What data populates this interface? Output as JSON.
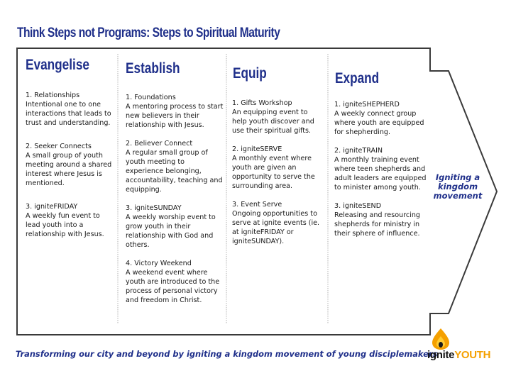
{
  "title": "Think Steps not Programs: Steps to Spiritual Maturity",
  "colors": {
    "heading": "#1f2f8a",
    "arrow_outline": "#3a3a3a",
    "divider": "#b0b0b0",
    "logo_orange": "#f5a000",
    "logo_flame_inner": "#ffcc33"
  },
  "stages": [
    {
      "name": "Evangelise",
      "steps": [
        {
          "title": "1. Relationships",
          "desc": "Intentional one to one interactions that leads to trust and understanding."
        },
        {
          "title": "2. Seeker Connects",
          "desc": "A small group of youth meeting around a shared interest where Jesus is mentioned."
        },
        {
          "title": "3. igniteFRIDAY",
          "desc": "A weekly fun event to lead youth into a relationship with Jesus."
        }
      ]
    },
    {
      "name": "Establish",
      "steps": [
        {
          "title": "1. Foundations",
          "desc": "A mentoring process to start new believers in their relationship with Jesus."
        },
        {
          "title": "2. Believer Connect",
          "desc": "A regular small group of youth meeting to experience belonging, accountability, teaching and equipping."
        },
        {
          "title": "3. igniteSUNDAY",
          "desc": "A weekly worship event to grow youth in their relationship with God and others."
        },
        {
          "title": "4. Victory Weekend",
          "desc": "A weekend event where youth are introduced to the process of personal victory and freedom in Christ."
        }
      ]
    },
    {
      "name": "Equip",
      "steps": [
        {
          "title": "1. Gifts Workshop",
          "desc": "An equipping event to help youth discover and use their spiritual gifts."
        },
        {
          "title": "2. igniteSERVE",
          "desc": "A monthly event where youth are given an opportunity to serve the surrounding area."
        },
        {
          "title": "3. Event Serve",
          "desc": "Ongoing opportunities to serve at ignite events (ie. at igniteFRIDAY or igniteSUNDAY)."
        }
      ]
    },
    {
      "name": "Expand",
      "steps": [
        {
          "title": "1. igniteSHEPHERD",
          "desc": "A weekly connect group where youth are equipped for shepherding."
        },
        {
          "title": "2. igniteTRAIN",
          "desc": "A monthly training event where teen shepherds and adult leaders are equipped to minister among youth."
        },
        {
          "title": "3. igniteSEND",
          "desc": "Releasing and resourcing shepherds for ministry in their sphere of influence."
        }
      ]
    }
  ],
  "arrow_label": "Igniting a kingdom movement",
  "tagline": "Transforming our city and beyond by igniting a kingdom movement of young disciplemakers",
  "logo": {
    "part1": "ignite",
    "part2": "YOUTH",
    "icon": "flame-icon"
  }
}
